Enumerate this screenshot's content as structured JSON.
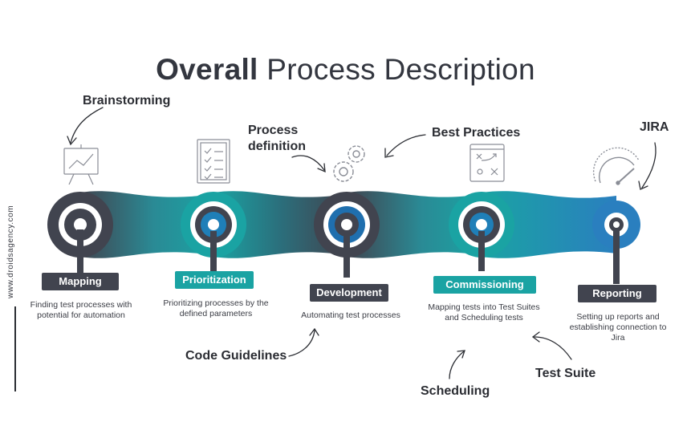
{
  "title": {
    "bold": "Overall",
    "rest": " Process Description"
  },
  "watermark": "www.droidsagency.com",
  "stages": [
    {
      "label": "Mapping",
      "description": "Finding test processes with potential for automation",
      "color": "#41444f"
    },
    {
      "label": "Prioritization",
      "description": "Prioritizing processes by the defined parameters",
      "color": "#1aa3a3"
    },
    {
      "label": "Development",
      "description": "Automating test processes",
      "color": "#41444f"
    },
    {
      "label": "Commissioning",
      "description": "Mapping tests into Test Suites and Scheduling tests",
      "color": "#1aa3a3"
    },
    {
      "label": "Reporting",
      "description": "Setting up reports and establishing connection to Jira",
      "color": "#41444f"
    }
  ],
  "annotations": {
    "brainstorming": "Brainstorming",
    "process_definition_line1": "Process",
    "process_definition_line2": "definition",
    "best_practices": "Best Practices",
    "jira": "JIRA",
    "code_guidelines": "Code Guidelines",
    "scheduling": "Scheduling",
    "test_suite": "Test Suite"
  },
  "icons": [
    "presentation-board-icon",
    "checklist-icon",
    "gears-icon",
    "strategy-board-icon",
    "speedometer-icon"
  ],
  "colors": {
    "dark": "#41444f",
    "teal": "#1aa3a3",
    "blue": "#1f6fae"
  }
}
